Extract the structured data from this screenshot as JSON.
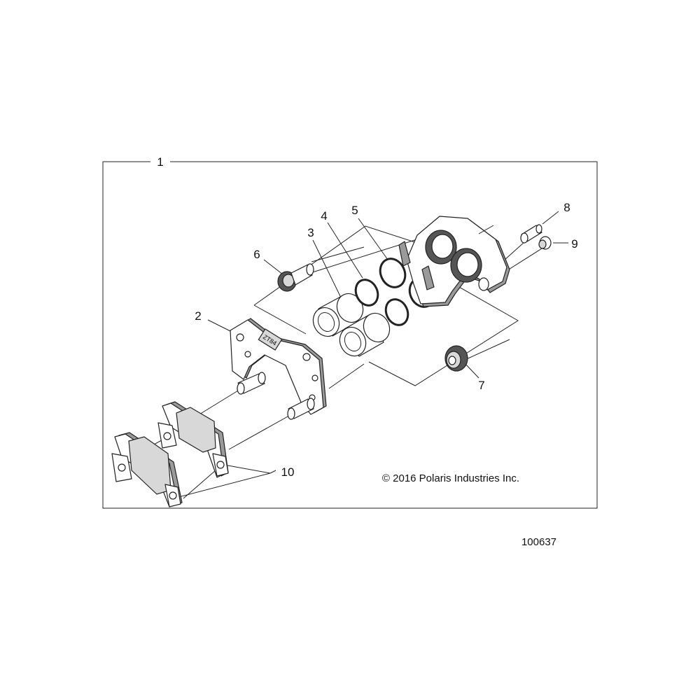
{
  "diagram": {
    "assembly_callout": "1",
    "callouts": {
      "c2": "2",
      "c3": "3",
      "c4": "4",
      "c5": "5",
      "c6": "6",
      "c7": "7",
      "c8": "8",
      "c9": "9",
      "c10": "10"
    },
    "copyright": "© 2016 Polaris Industries Inc.",
    "drawing_number": "100637",
    "bracket_stamp": "ZT84"
  }
}
